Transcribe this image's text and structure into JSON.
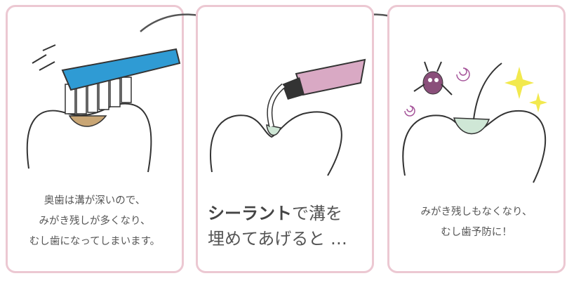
{
  "panels": [
    {
      "lines": [
        "奥歯は溝が深いので、",
        "みがき残しが多くなり、",
        "むし歯になってしまいます。"
      ]
    },
    {
      "bold": "シーラント",
      "line1_rest": "で溝を",
      "line2": "埋めてあげると …"
    },
    {
      "lines": [
        "みがき残しもなくなり、",
        "むし歯予防に！"
      ]
    }
  ],
  "colors": {
    "border": "#ecc8d2",
    "toothbrush": "#2f9bd4",
    "plaque": "#c9a675",
    "sealant_tube": "#d9a9c4",
    "sealant": "#cfe7d6",
    "sparkle": "#f2e94e",
    "germ": "#8a4f7a"
  }
}
